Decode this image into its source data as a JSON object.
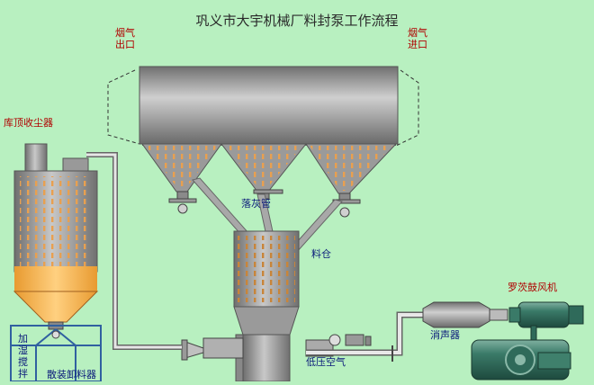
{
  "title": "巩义市大宇机械厂料封泵工作流程",
  "labels": {
    "flue_out": "烟气出口",
    "flue_in": "烟气进口",
    "dust_collector": "库顶收尘器",
    "drop_pipe": "落灰管",
    "material_bin": "料仓",
    "silencer": "消声器",
    "roots_blower": "罗茨鼓风机",
    "low_pressure_air": "低压空气",
    "humidify_mix": "加湿搅拌",
    "bulk_unloader": "散装卸料器"
  },
  "colors": {
    "background": "#b8f0c0",
    "vessel_gray": "#8c8c8c",
    "slot_orange": "#e8a050",
    "powder_fill": "#f8b040",
    "blower_green": "#2f6a5a",
    "label_red": "#b00000",
    "label_blue": "#0a1a7a"
  }
}
